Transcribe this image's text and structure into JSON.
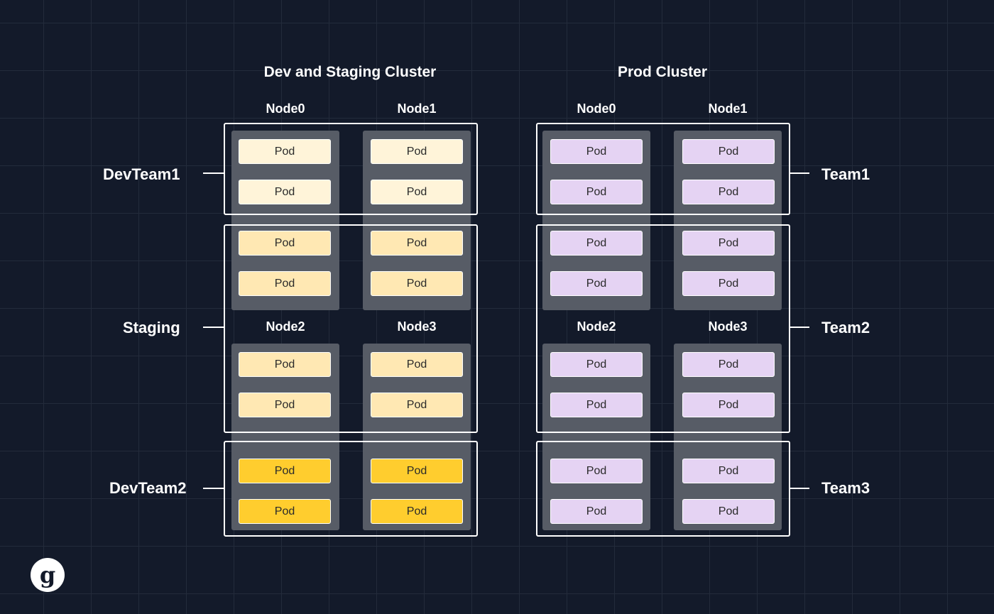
{
  "clusters": {
    "dev": {
      "title": "Dev and Staging Cluster",
      "nodes": [
        "Node0",
        "Node1",
        "Node2",
        "Node3"
      ],
      "groups": [
        "DevTeam1",
        "Staging",
        "DevTeam2"
      ]
    },
    "prod": {
      "title": "Prod Cluster",
      "nodes": [
        "Node0",
        "Node1",
        "Node2",
        "Node3"
      ],
      "groups": [
        "Team1",
        "Team2",
        "Team3"
      ]
    }
  },
  "pod_label": "Pod",
  "colors": {
    "background": "#131a2a",
    "node_column": "#575c66",
    "devteam1_pod": "#fff4d9",
    "staging_pod": "#ffe8b3",
    "devteam2_pod": "#ffcd2e",
    "prod_pod": "#e5d3f3"
  },
  "logo": {
    "icon": "g-logo-icon",
    "letter": "g"
  }
}
